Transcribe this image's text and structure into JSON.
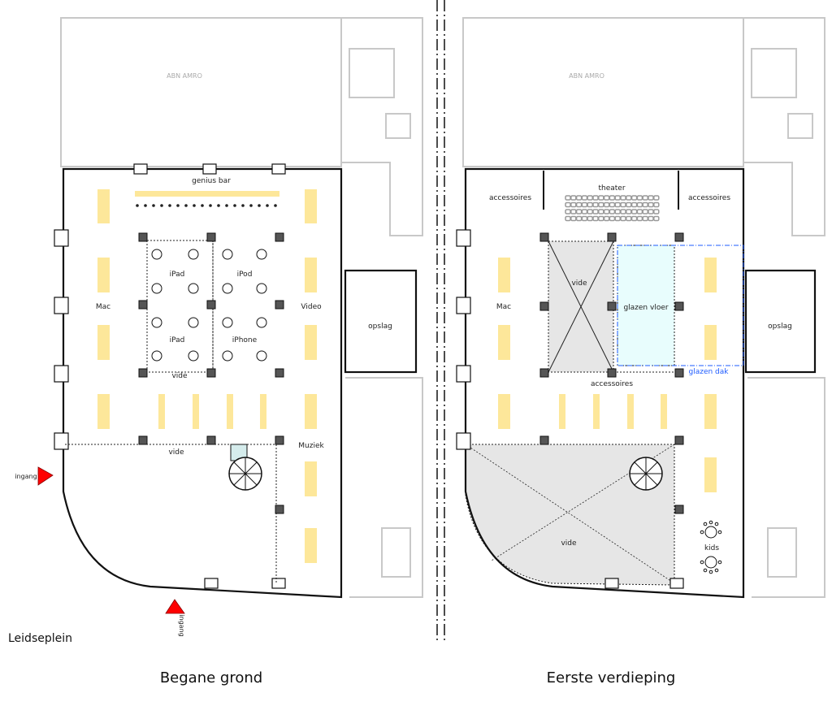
{
  "plans": [
    {
      "title": "Begane grond",
      "neighbor": "ABN AMRO",
      "labels": {
        "genius_bar": "genius bar",
        "ipad_1": "iPad",
        "ipod": "iPod",
        "ipad_2": "iPad",
        "iphone": "iPhone",
        "mac": "Mac",
        "video": "Video",
        "vide_1": "vide",
        "vide_2": "vide",
        "muziek": "Muziek",
        "opslag": "opslag",
        "ingang_side": "ingang",
        "ingang_bottom": "ingang"
      }
    },
    {
      "title": "Eerste verdieping",
      "neighbor": "ABN AMRO",
      "labels": {
        "theater": "theater",
        "accessoires_left": "accessoires",
        "accessoires_right": "accessoires",
        "accessoires_mid": "accessoires",
        "vide_1": "vide",
        "glazen_vloer": "glazen vloer",
        "glazen_dak": "glazen dak",
        "mac": "Mac",
        "opslag": "opslag",
        "vide_2": "vide",
        "kids": "kids"
      }
    }
  ],
  "street": "Leidseplein",
  "colors": {
    "display": "#fde79a",
    "entrance": "#ff0000",
    "glass_roof": "#1e5bff",
    "glass_floor": "#e8fdfd",
    "void": "#e6e6e6"
  }
}
